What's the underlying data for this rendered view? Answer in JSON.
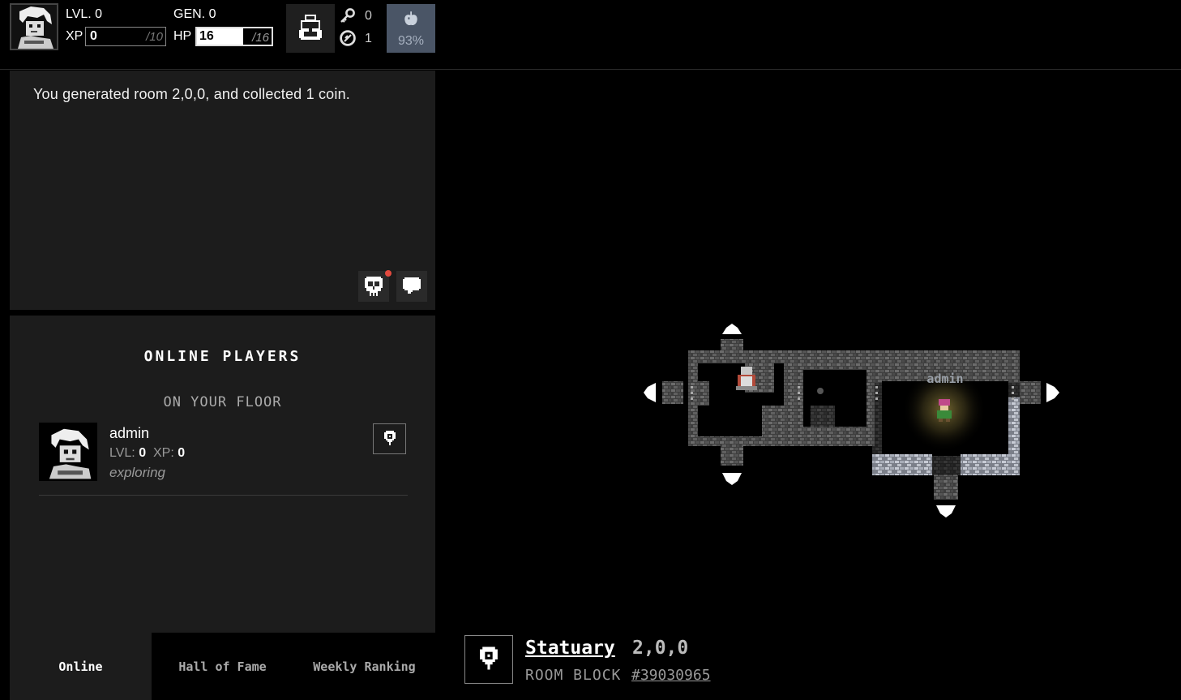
{
  "hud": {
    "level_label": "LVL. 0",
    "gen_label": "GEN. 0",
    "xp_label": "XP",
    "xp_value": "0",
    "xp_max": "/10",
    "xp_fraction": 0.0,
    "hp_label": "HP",
    "hp_value": "16",
    "hp_max": "/16",
    "hp_fraction": 1.0,
    "keys_count": "0",
    "coins_count": "1",
    "food_percent": "93%",
    "icons": {
      "avatar": "player-portrait-icon",
      "bag": "backpack-icon",
      "key": "key-icon",
      "coin": "coin-icon",
      "food": "apple-icon"
    }
  },
  "messages": {
    "text": "You generated room 2,0,0, and collected 1 coin.",
    "buttons": [
      "skull-icon",
      "speech-bubble-icon"
    ],
    "notification_color": "#e24a3f"
  },
  "online": {
    "title": "ONLINE PLAYERS",
    "floor_title": "ON YOUR FLOOR",
    "players": [
      {
        "name": "admin",
        "lvl_label": "LVL:",
        "lvl": "0",
        "xp_label": "XP:",
        "xp": "0",
        "status": "exploring"
      }
    ]
  },
  "tabs": [
    {
      "label": "Online",
      "active": true
    },
    {
      "label": "Hall of Fame",
      "active": false
    },
    {
      "label": "Weekly Ranking",
      "active": false
    }
  ],
  "map": {
    "player_label": "admin"
  },
  "room": {
    "name": "Statuary",
    "coords": "2,0,0",
    "block_label": "ROOM BLOCK",
    "block_id": "#39030965"
  },
  "colors": {
    "panel_bg": "#1c1c1c",
    "food_bg": "#4a5566",
    "background": "#000000"
  }
}
